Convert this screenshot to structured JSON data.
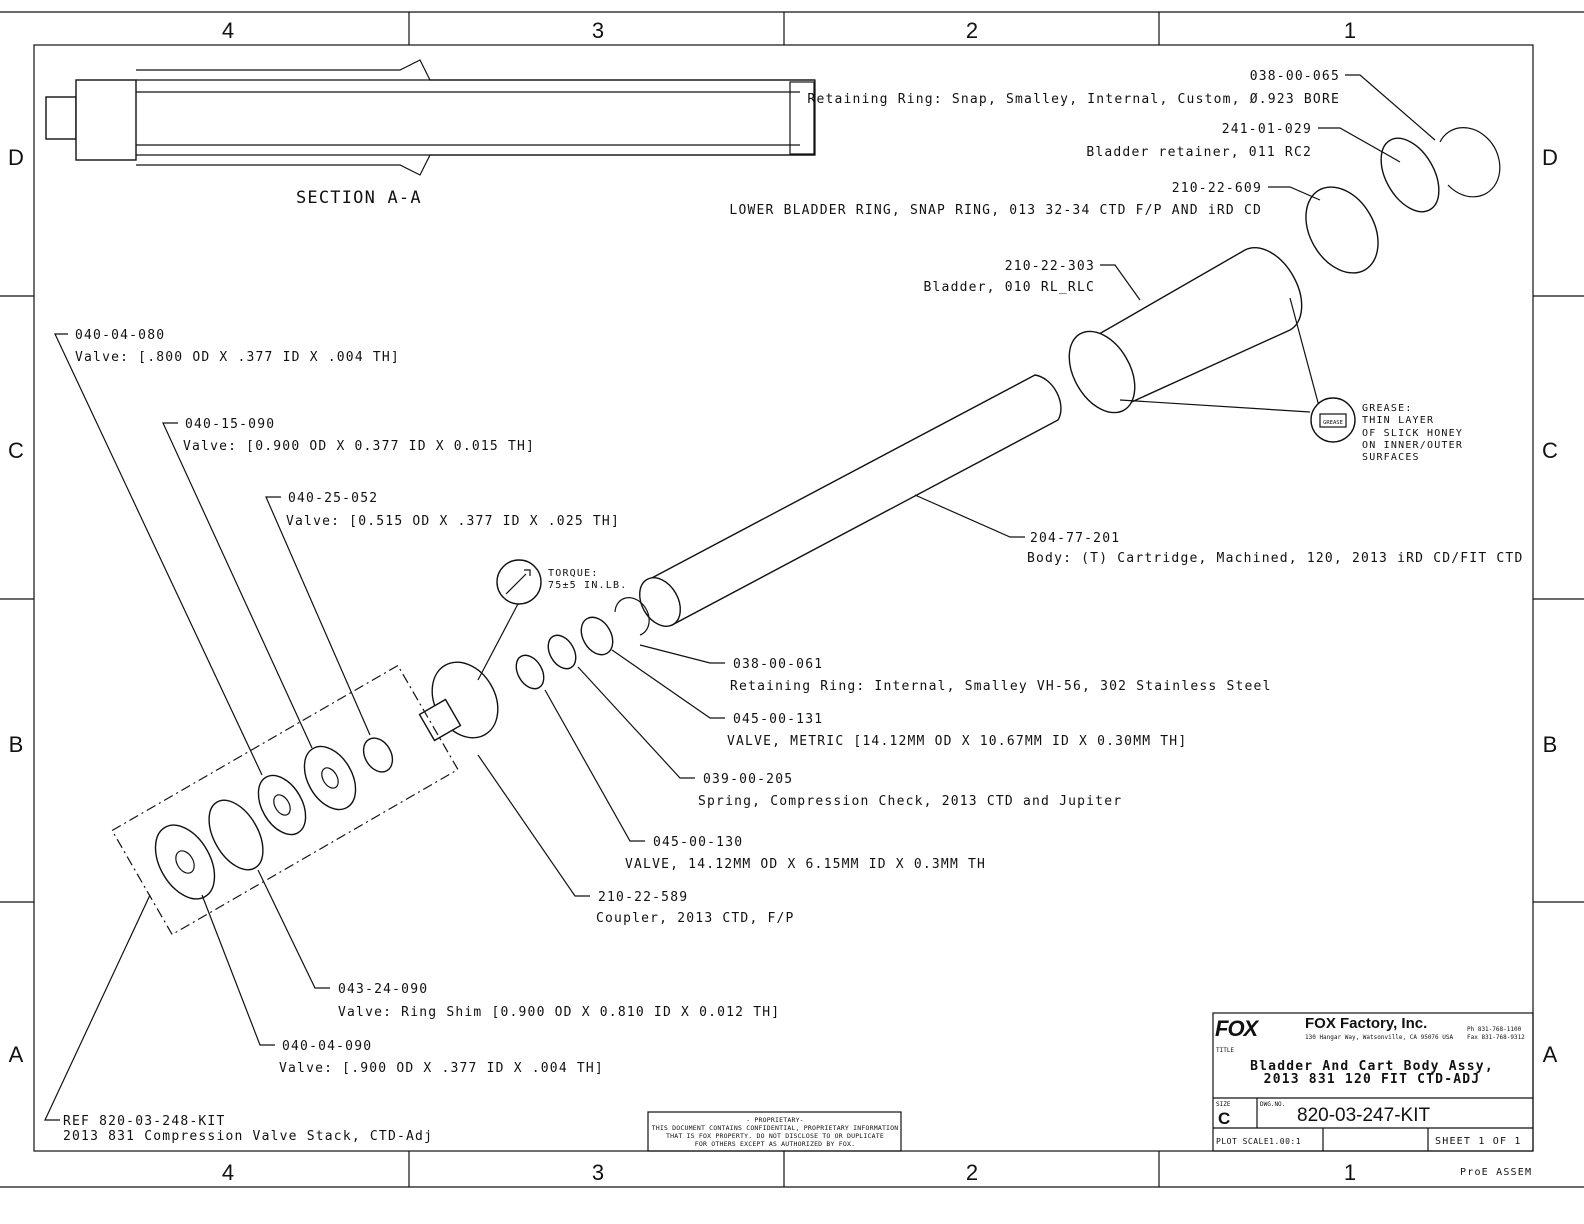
{
  "zones": {
    "columns": [
      "4",
      "3",
      "2",
      "1"
    ],
    "rows": [
      "D",
      "C",
      "B",
      "A"
    ]
  },
  "section_label": "SECTION  A-A",
  "callouts": [
    {
      "part": "038-00-065",
      "desc": "Retaining Ring: Snap, Smalley, Internal, Custom, Ø.923 BORE"
    },
    {
      "part": "241-01-029",
      "desc": "Bladder retainer, 011 RC2"
    },
    {
      "part": "210-22-609",
      "desc": "LOWER BLADDER RING, SNAP RING, 013 32-34 CTD F/P AND iRD CD"
    },
    {
      "part": "210-22-303",
      "desc": "Bladder, 010 RL_RLC"
    },
    {
      "part": "204-77-201",
      "desc": "Body: (T) Cartridge, Machined, 120, 2013 iRD CD/FIT CTD"
    },
    {
      "part": "038-00-061",
      "desc": "Retaining Ring: Internal, Smalley VH-56, 302 Stainless Steel"
    },
    {
      "part": "045-00-131",
      "desc": "VALVE, METRIC [14.12MM OD X 10.67MM ID X 0.30MM TH]"
    },
    {
      "part": "039-00-205",
      "desc": "Spring, Compression Check, 2013 CTD and Jupiter"
    },
    {
      "part": "045-00-130",
      "desc": "VALVE, 14.12MM OD X 6.15MM ID X 0.3MM TH"
    },
    {
      "part": "210-22-589",
      "desc": "Coupler, 2013 CTD, F/P"
    },
    {
      "part": "043-24-090",
      "desc": "Valve: Ring Shim [0.900 OD X 0.810 ID X 0.012 TH]"
    },
    {
      "part": "040-04-090",
      "desc": "Valve: [.900 OD X .377 ID X .004 TH]"
    },
    {
      "part": "REF 820-03-248-KIT",
      "desc": "2013 831 Compression Valve Stack, CTD-Adj"
    },
    {
      "part": "040-04-080",
      "desc": "Valve: [.800 OD X .377 ID X .004 TH]"
    },
    {
      "part": "040-15-090",
      "desc": "Valve: [0.900 OD X 0.377 ID X 0.015 TH]"
    },
    {
      "part": "040-25-052",
      "desc": "Valve: [0.515 OD X .377 ID X .025 TH]"
    }
  ],
  "grease_note": {
    "icon_label": "GREASE",
    "lines": [
      "GREASE:",
      "THIN LAYER",
      "OF SLICK HONEY",
      "ON INNER/OUTER",
      "SURFACES"
    ]
  },
  "torque_note": {
    "lines": [
      "TORQUE:",
      "75±5 IN.LB."
    ]
  },
  "proprietary": {
    "lines": [
      "- PROPRIETARY-",
      "THIS DOCUMENT CONTAINS CONFIDENTIAL, PROPRIETARY INFORMATION",
      "THAT IS FOX PROPERTY.  DO NOT DISCLOSE TO OR DUPLICATE",
      "FOR OTHERS EXCEPT AS AUTHORIZED BY FOX."
    ]
  },
  "title_block": {
    "logo": "FOX",
    "company": "FOX Factory, Inc.",
    "address": "130 Hangar Way, Watsonville, CA 95076 USA",
    "phone": "Ph 831-768-1100",
    "fax": "Fax 831-768-9312",
    "title_label": "TITLE",
    "title_line1": "Bladder And Cart Body Assy,",
    "title_line2": "2013 831 120 FIT CTD-ADJ",
    "size_label": "SIZE",
    "size": "C",
    "dwg_label": "DWG.NO.",
    "dwg_no": "820-03-247-KIT",
    "plot_scale": "PLOT SCALE1.00:1",
    "sheet": "SHEET 1 OF 1",
    "software": "ProE ASSEM"
  }
}
